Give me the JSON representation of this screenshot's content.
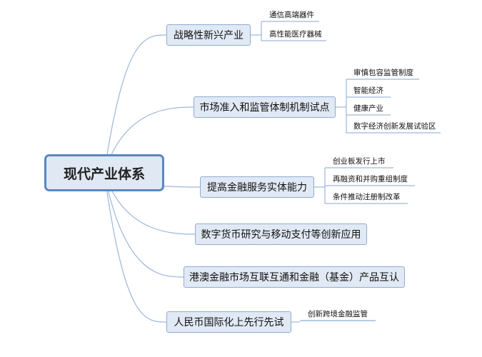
{
  "root": {
    "label": "现代产业体系"
  },
  "branches": [
    {
      "label": "战略性新兴产业",
      "leaves": [
        "通信高端器件",
        "高性能医疗器械"
      ]
    },
    {
      "label": "市场准入和监管体制机制试点",
      "leaves": [
        "审慎包容监管制度",
        "智能经济",
        "健康产业",
        "数字经济创新发展试验区"
      ]
    },
    {
      "label": "提高金融服务实体能力",
      "leaves": [
        "创业板发行上市",
        "再融资和并购重组制度",
        "条件推动注册制改革"
      ]
    },
    {
      "label": "数字货币研究与移动支付等创新应用",
      "leaves": []
    },
    {
      "label": "港澳金融市场互联互通和金融（基金）产品互认",
      "leaves": []
    },
    {
      "label": "人民币国际化上先行先试",
      "leaves": [
        "创新跨境金融监管"
      ]
    }
  ],
  "colors": {
    "line": "#9db6d9",
    "root_border": "#5b86c2",
    "branch_border": "#8fabd3",
    "branch_fill": "#e1e9f4"
  }
}
